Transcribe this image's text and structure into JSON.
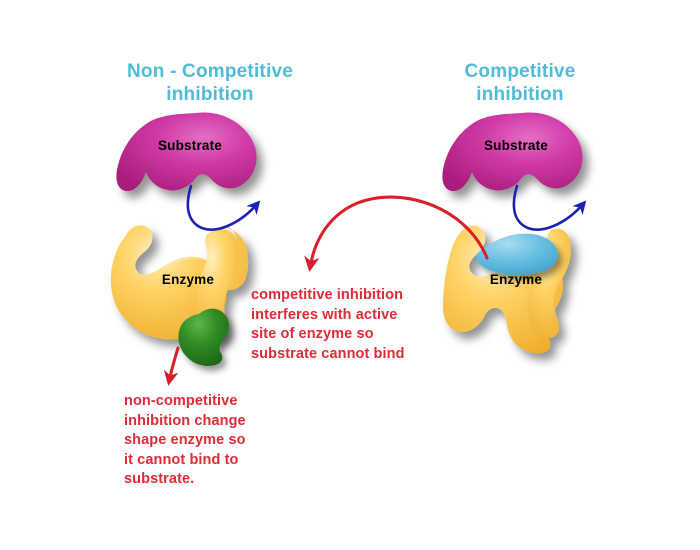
{
  "diagram": {
    "background_color": "#ffffff",
    "title_color": "#4ebcd8",
    "note_color": "#e02a35",
    "panels": {
      "left": {
        "title": "Non - Competitive\ninhibition",
        "substrate_label": "Substrate",
        "enzyme_label": "Enzyme",
        "substrate_color": "#c2258f",
        "enzyme_color": "#f7c košt"
      },
      "right": {
        "title": "Competitive\ninhibition",
        "substrate_label": "Substrate",
        "enzyme_label": "Enzyme"
      }
    },
    "notes": {
      "competitive": "competitive inhibition\ninterferes with active\nsite of enzyme so\nsubstrate cannot bind",
      "noncompetitive": "non-competitive\ninhibition change\nshape enzyme so\nit cannot bind to\nsubstrate."
    },
    "colors": {
      "substrate": "#c2258f",
      "substrate_highlight": "#e05fc0",
      "enzyme": "#f9c63f",
      "enzyme_highlight": "#ffe9a8",
      "inhibitor_noncompetitive": "#2e8b22",
      "inhibitor_competitive": "#62bde0",
      "arrow_blue": "#1c21b5",
      "arrow_red": "#d8202a",
      "title": "#4ebcd8",
      "note": "#e02a35",
      "label": "#000000"
    },
    "icons": {
      "arrow_substrate_left": "curved-arrow-icon",
      "arrow_substrate_right": "curved-arrow-icon",
      "arrow_competitive": "curved-arrow-icon",
      "arrow_noncompetitive": "arrow-down-icon"
    }
  }
}
